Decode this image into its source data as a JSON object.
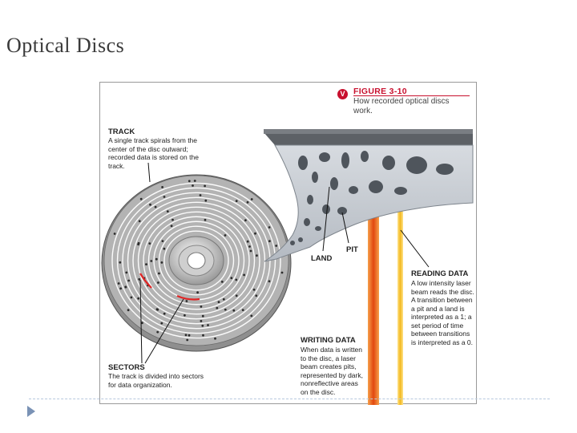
{
  "slide": {
    "title": "Optical Discs"
  },
  "figure": {
    "badge": "V",
    "number": "FIGURE 3-10",
    "caption": "How recorded optical discs work.",
    "track": {
      "title": "TRACK",
      "body": "A single track spirals from the center of the disc outward; recorded data is stored on the track."
    },
    "sectors": {
      "title": "SECTORS",
      "body": "The track is divided into sectors for data organization."
    },
    "pit_label": "PIT",
    "land_label": "LAND",
    "reading": {
      "title": "READING DATA",
      "body": "A low intensity laser beam reads the disc. A transition between a pit and a land is interpreted as a 1; a set period of time between transitions is interpreted as a 0."
    },
    "writing": {
      "title": "WRITING DATA",
      "body": "When data is written to the disc, a laser beam creates pits, represented by dark, nonreflective areas on the disc."
    },
    "colors": {
      "accent": "#c8102e",
      "disc": "#a9a9a9",
      "writing_laser": "#e8621a",
      "reading_laser": "#f2c230"
    }
  }
}
